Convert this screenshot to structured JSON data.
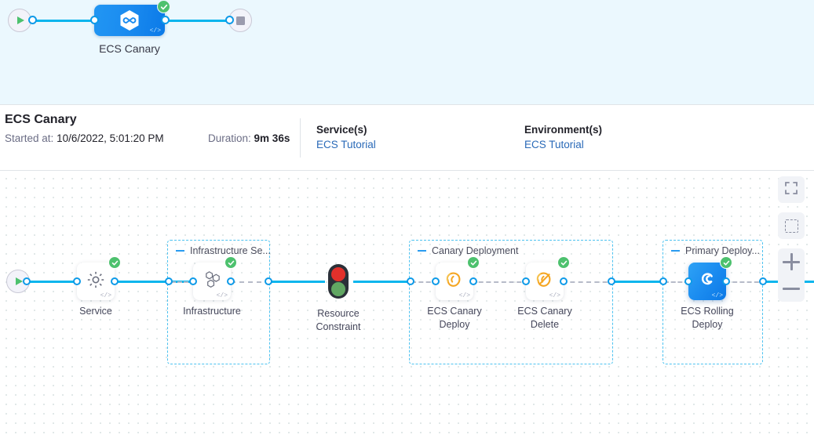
{
  "overview": {
    "start_icon": "play-icon",
    "stop_icon": "stop-icon",
    "node_label": "ECS Canary",
    "node_icon": "harness-hexagon-icon",
    "node_status": "success",
    "code_badge": "</>"
  },
  "header": {
    "title": "ECS Canary",
    "started_label": "Started at:",
    "started_value": "10/6/2022, 5:01:20 PM",
    "duration_label": "Duration:",
    "duration_value": "9m 36s",
    "services": {
      "key": "Service(s)",
      "value": "ECS Tutorial"
    },
    "environments": {
      "key": "Environment(s)",
      "value": "ECS Tutorial"
    }
  },
  "canvas": {
    "start_icon": "play-icon",
    "code_badge": "</>",
    "groups": [
      {
        "label": "Infrastructure Se...",
        "toggle": "collapse-toggle"
      },
      {
        "label": "Canary Deployment",
        "toggle": "collapse-toggle"
      },
      {
        "label": "Primary Deploy...",
        "toggle": "collapse-toggle"
      }
    ],
    "steps": [
      {
        "name": "service",
        "label": "Service",
        "icon": "gear-icon",
        "status": "success",
        "selected": false
      },
      {
        "name": "infrastructure",
        "label": "Infrastructure",
        "icon": "hexagon-cluster-icon",
        "status": "success",
        "selected": false
      },
      {
        "name": "resource-constraint",
        "label": "Resource\nConstraint",
        "icon": "traffic-light-icon",
        "status": "none",
        "selected": false
      },
      {
        "name": "ecs-canary-deploy",
        "label": "ECS Canary\nDeploy",
        "icon": "canary-bird-icon",
        "status": "success",
        "selected": false
      },
      {
        "name": "ecs-canary-delete",
        "label": "ECS Canary\nDelete",
        "icon": "canary-bird-delete-icon",
        "status": "success",
        "selected": false
      },
      {
        "name": "ecs-rolling-deploy",
        "label": "ECS Rolling\nDeploy",
        "icon": "ecs-swirl-icon",
        "status": "success",
        "selected": true
      }
    ],
    "controls": [
      {
        "name": "expand-button",
        "icon": "fullscreen-icon"
      },
      {
        "name": "fit-to-screen-button",
        "icon": "dashed-square-icon"
      },
      {
        "name": "zoom-in-button",
        "icon": "plus-icon"
      },
      {
        "name": "zoom-out-button",
        "icon": "minus-icon"
      }
    ]
  },
  "colors": {
    "accent_blue": "#0ab5ed",
    "node_blue": "#1b8cf0",
    "success_green": "#4dc16e",
    "group_border": "#4cc2f0",
    "canary_orange": "#f5a623",
    "overview_bg": "#ebf8fe"
  }
}
